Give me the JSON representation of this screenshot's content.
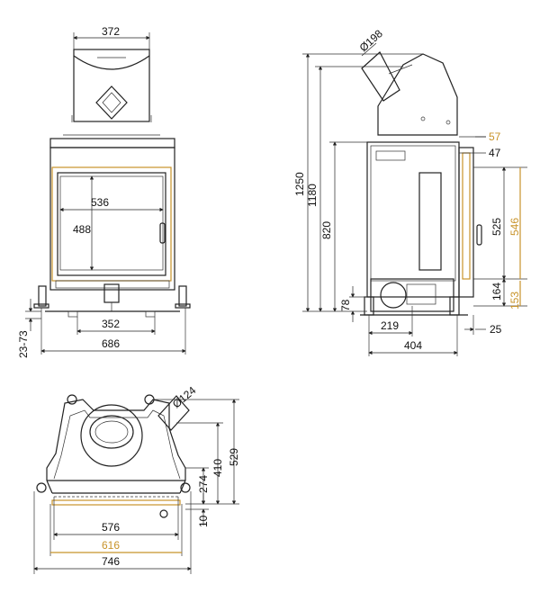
{
  "accent_color": "#c8932a",
  "line_color": "#222222",
  "front_view": {
    "width_flue": "372",
    "glass_width": "536",
    "glass_height": "488",
    "offset_center": "352",
    "feet_range": "23-73",
    "overall_width": "686"
  },
  "side_view": {
    "flue_diameter": "Ø198",
    "total_height": "1250",
    "body_height": "1180",
    "lower_height": "820",
    "foot_height": "78",
    "flue_offset": "219",
    "depth": "404",
    "top_gap": "57",
    "top_inner": "47",
    "door_height": "525",
    "frame_height": "546",
    "bottom_inner": "164",
    "bottom_frame": "153",
    "rear_gap": "25"
  },
  "plan_view": {
    "air_inlet": "Ø124",
    "total_depth": "529",
    "depth_mid": "410",
    "depth_front": "274",
    "front_offset": "10",
    "inner_width": "576",
    "frame_width": "616",
    "overall_width": "746"
  }
}
